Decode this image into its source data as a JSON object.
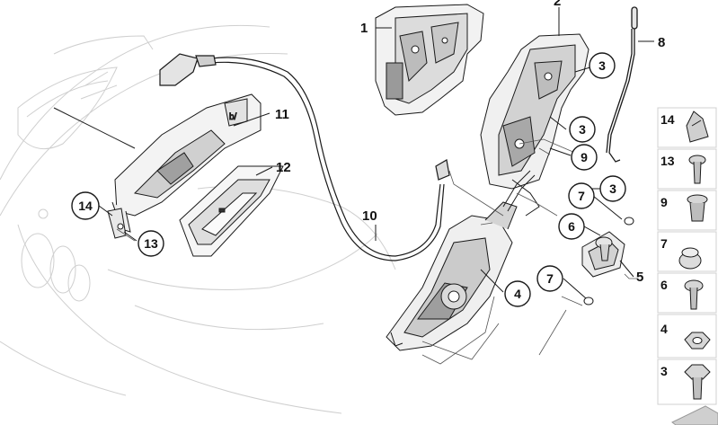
{
  "callouts": [
    {
      "id": "c1",
      "number": "1"
    },
    {
      "id": "c2",
      "number": "2"
    },
    {
      "id": "c3a",
      "number": "3"
    },
    {
      "id": "c3b",
      "number": "3"
    },
    {
      "id": "c3c",
      "number": "3"
    },
    {
      "id": "c4",
      "number": "4"
    },
    {
      "id": "c5",
      "number": "5"
    },
    {
      "id": "c6",
      "number": "6"
    },
    {
      "id": "c7a",
      "number": "7"
    },
    {
      "id": "c7b",
      "number": "7"
    },
    {
      "id": "c8",
      "number": "8"
    },
    {
      "id": "c9",
      "number": "9"
    },
    {
      "id": "c10",
      "number": "10"
    },
    {
      "id": "c11",
      "number": "11"
    },
    {
      "id": "c12",
      "number": "12"
    },
    {
      "id": "c13",
      "number": "13"
    },
    {
      "id": "c14",
      "number": "14"
    }
  ],
  "side_panel": [
    {
      "number": "14",
      "icon": "clip-icon"
    },
    {
      "number": "13",
      "icon": "screw-icon"
    },
    {
      "number": "9",
      "icon": "expanding-rivet-icon"
    },
    {
      "number": "7",
      "icon": "plug-icon"
    },
    {
      "number": "6",
      "icon": "screw-icon"
    },
    {
      "number": "4",
      "icon": "hex-nut-icon"
    },
    {
      "number": "3",
      "icon": "hex-bolt-icon"
    }
  ],
  "colors": {
    "line": "#1a1a1a",
    "faint": "#c8c8c8",
    "shade": "#9a9a9a",
    "tile": "#d9d9d9"
  }
}
